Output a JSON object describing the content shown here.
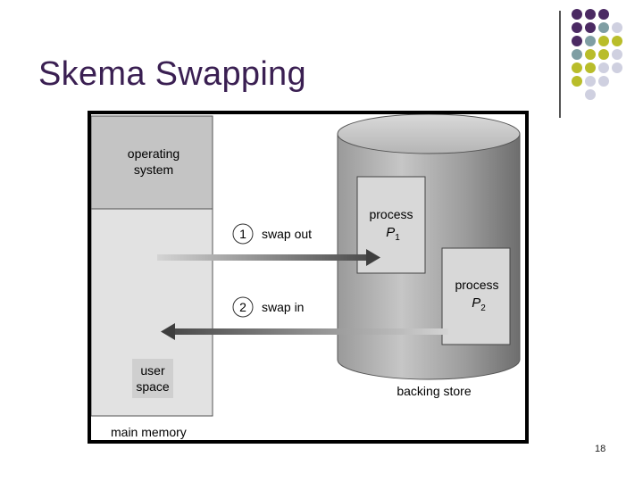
{
  "slide": {
    "title": "Skema Swapping",
    "page_number": "18"
  },
  "diagram": {
    "memory": {
      "os_label_line1": "operating",
      "os_label_line2": "system",
      "user_label_line1": "user",
      "user_label_line2": "space",
      "caption": "main memory"
    },
    "steps": [
      {
        "number": "1",
        "label": "swap out"
      },
      {
        "number": "2",
        "label": "swap in"
      }
    ],
    "processes": [
      {
        "label": "process",
        "name": "P",
        "subscript": "1"
      },
      {
        "label": "process",
        "name": "P",
        "subscript": "2"
      }
    ],
    "store_caption": "backing store"
  },
  "decor": {
    "dot_colors": {
      "purple": "#4b2a63",
      "teal": "#7f9ea3",
      "olive": "#b9bd2a",
      "lavender": "#cfd0e0"
    }
  }
}
